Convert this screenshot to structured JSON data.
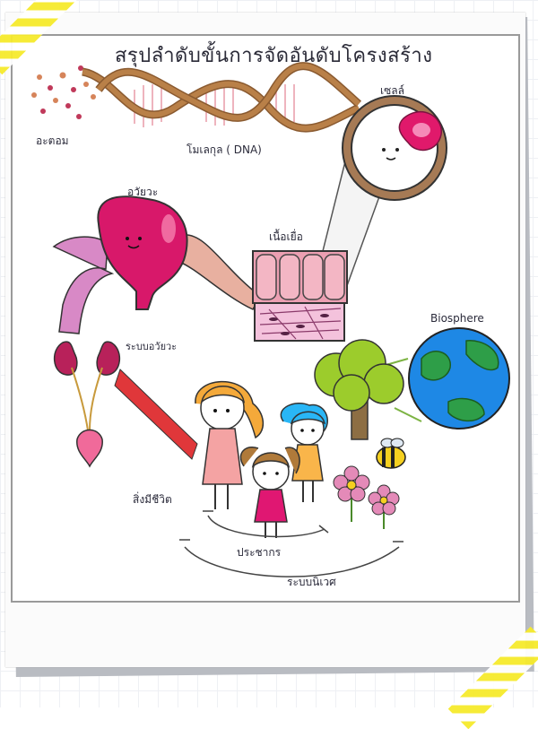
{
  "title": "สรุปลำดับขั้นการจัดอันดับโครงสร้าง",
  "labels": {
    "atom": "อะตอม",
    "molecule": "โมเลกุล ( DNA)",
    "cell": "เซลล์",
    "organ": "อวัยวะ",
    "tissue": "เนื้อเยื่อ",
    "organ_system": "ระบบอวัยวะ",
    "biosphere": "Biosphere",
    "organism": "สิ่งมีชีวิต",
    "population": "ประชากร",
    "ecosystem": "ระบบนิเวศ"
  },
  "colors": {
    "tape": "#f6ea2c",
    "brown": "#a06a3c",
    "magenta": "#d81b60",
    "pink": "#e8a0b8",
    "earth_blue": "#1e88e5",
    "earth_green": "#2e9e48",
    "tree_green": "#9ccc2c"
  }
}
